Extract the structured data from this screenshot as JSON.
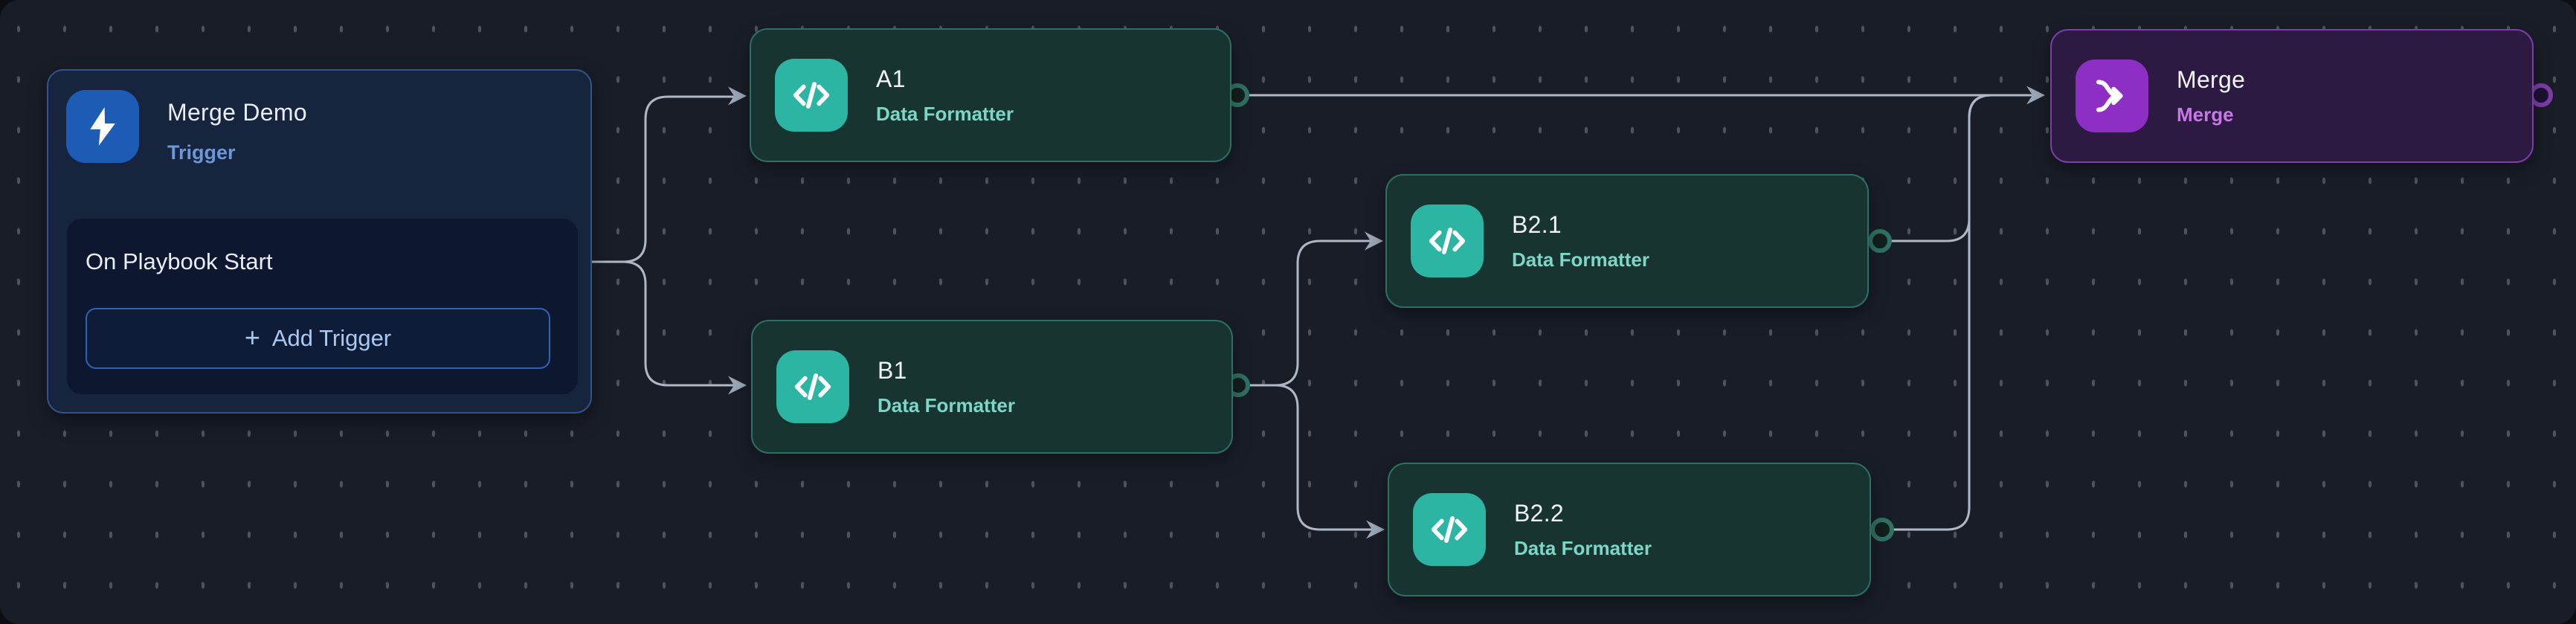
{
  "trigger_card": {
    "title": "Merge Demo",
    "type_label": "Trigger",
    "event_label": "On Playbook Start",
    "plus": "+",
    "add_trigger_label": "Add Trigger"
  },
  "nodes": [
    {
      "id": "A1",
      "title": "A1",
      "subtitle": "Data Formatter",
      "kind": "data-formatter"
    },
    {
      "id": "B1",
      "title": "B1",
      "subtitle": "Data Formatter",
      "kind": "data-formatter"
    },
    {
      "id": "B2.1",
      "title": "B2.1",
      "subtitle": "Data Formatter",
      "kind": "data-formatter"
    },
    {
      "id": "B2.2",
      "title": "B2.2",
      "subtitle": "Data Formatter",
      "kind": "data-formatter"
    },
    {
      "id": "Merge",
      "title": "Merge",
      "subtitle": "Merge",
      "kind": "merge"
    }
  ],
  "edges": [
    {
      "from": "On Playbook Start",
      "to": "A1"
    },
    {
      "from": "On Playbook Start",
      "to": "B1"
    },
    {
      "from": "B1",
      "to": "B2.1"
    },
    {
      "from": "B1",
      "to": "B2.2"
    },
    {
      "from": "A1",
      "to": "Merge"
    },
    {
      "from": "B2.1",
      "to": "Merge"
    },
    {
      "from": "B2.2",
      "to": "Merge"
    }
  ],
  "colors": {
    "canvas_bg": "#191d27",
    "dot": "#4b5260",
    "edge": "#aeb7c5",
    "arrow": "#9aa6b6",
    "trigger_accent": "#2a63bc",
    "trigger_card_bg": "#16243d",
    "trigger_card_border": "#31548c",
    "formatter_bg": "#173431",
    "formatter_border": "#2e6f64",
    "formatter_icon": "#2db5a3",
    "formatter_subtitle": "#7cd7c6",
    "merge_bg": "#2d1a42",
    "merge_border": "#7b3da6",
    "merge_icon": "#8d2fc4",
    "merge_subtitle": "#c678e8"
  }
}
